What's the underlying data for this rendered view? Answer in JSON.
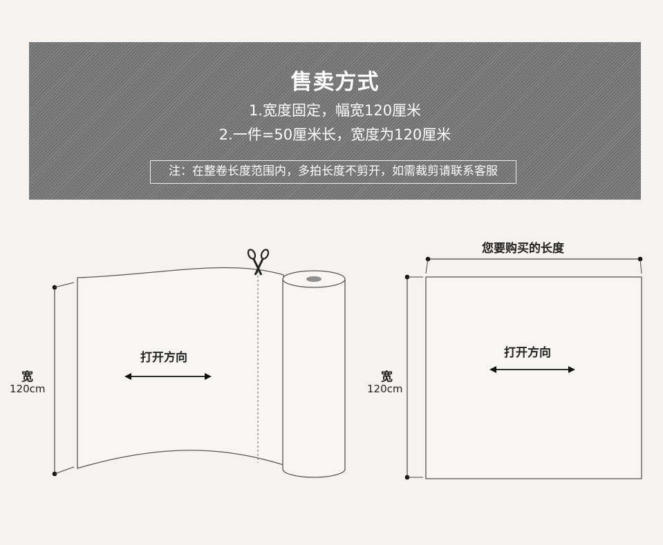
{
  "banner": {
    "title": "售卖方式",
    "line1": "1.宽度固定，幅宽120厘米",
    "line2": "2.一件=50厘米长，宽度为120厘米",
    "note": "注：在整卷长度范围内，多拍长度不剪开，如需裁剪请联系客服"
  },
  "left_diagram": {
    "width_label": "宽",
    "width_value": "120cm",
    "direction_label": "打开方向"
  },
  "right_diagram": {
    "length_label": "您要购买的长度",
    "width_label": "宽",
    "width_value": "120cm",
    "direction_label": "打开方向"
  },
  "icons": {
    "scissors": "scissors-icon"
  }
}
